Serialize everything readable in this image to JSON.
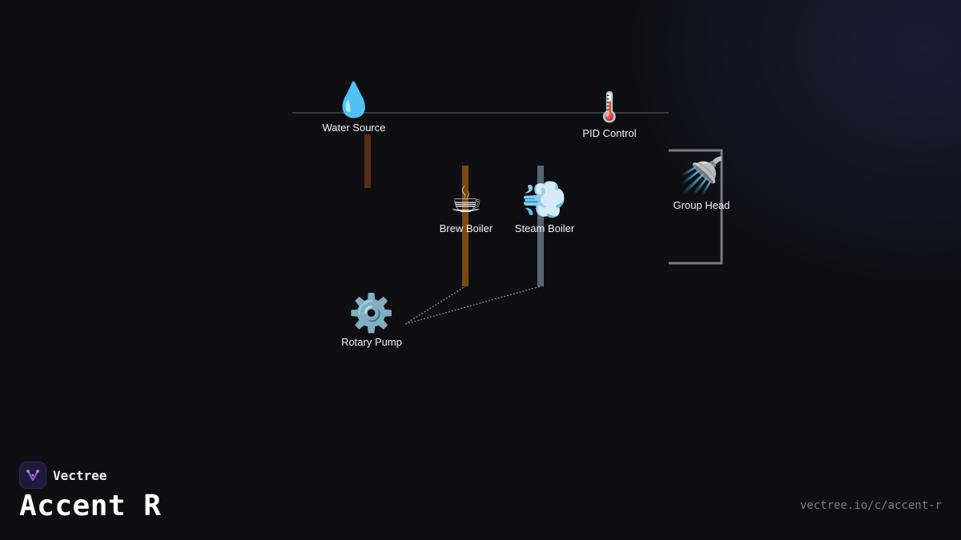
{
  "diagram": {
    "nodes": {
      "water_source": {
        "label": "Water Source",
        "icon": "droplet-icon",
        "glyph": "💧",
        "color": "#4aa8ff"
      },
      "pid_control": {
        "label": "PID Control",
        "icon": "thermometer-icon",
        "glyph": "🌡️",
        "color": "#e04848"
      },
      "brew_boiler": {
        "label": "Brew Boiler",
        "icon": "coffee-cup-icon",
        "glyph": "☕",
        "color": "#f2f2f2"
      },
      "steam_boiler": {
        "label": "Steam Boiler",
        "icon": "steam-icon",
        "glyph": "💨",
        "color": "#9fd2ff"
      },
      "group_head": {
        "label": "Group Head",
        "icon": "shower-head-icon",
        "glyph": "🚿",
        "color": "#6ec8ff"
      },
      "rotary_pump": {
        "label": "Rotary Pump",
        "icon": "gear-icon",
        "glyph": "⚙️",
        "color": "#a9b4c0"
      }
    },
    "colors": {
      "line_dark": "#3b3b40",
      "line_brown": "#5a2e12",
      "line_orange": "#7a4a12",
      "line_slate": "#566670",
      "bracket": "#7a7a80",
      "dotted": "#8a8a90"
    }
  },
  "branding": {
    "brand_name": "Vectree",
    "title": "Accent R",
    "url": "vectree.io/c/accent-r",
    "accent": "#9b5cf0"
  }
}
